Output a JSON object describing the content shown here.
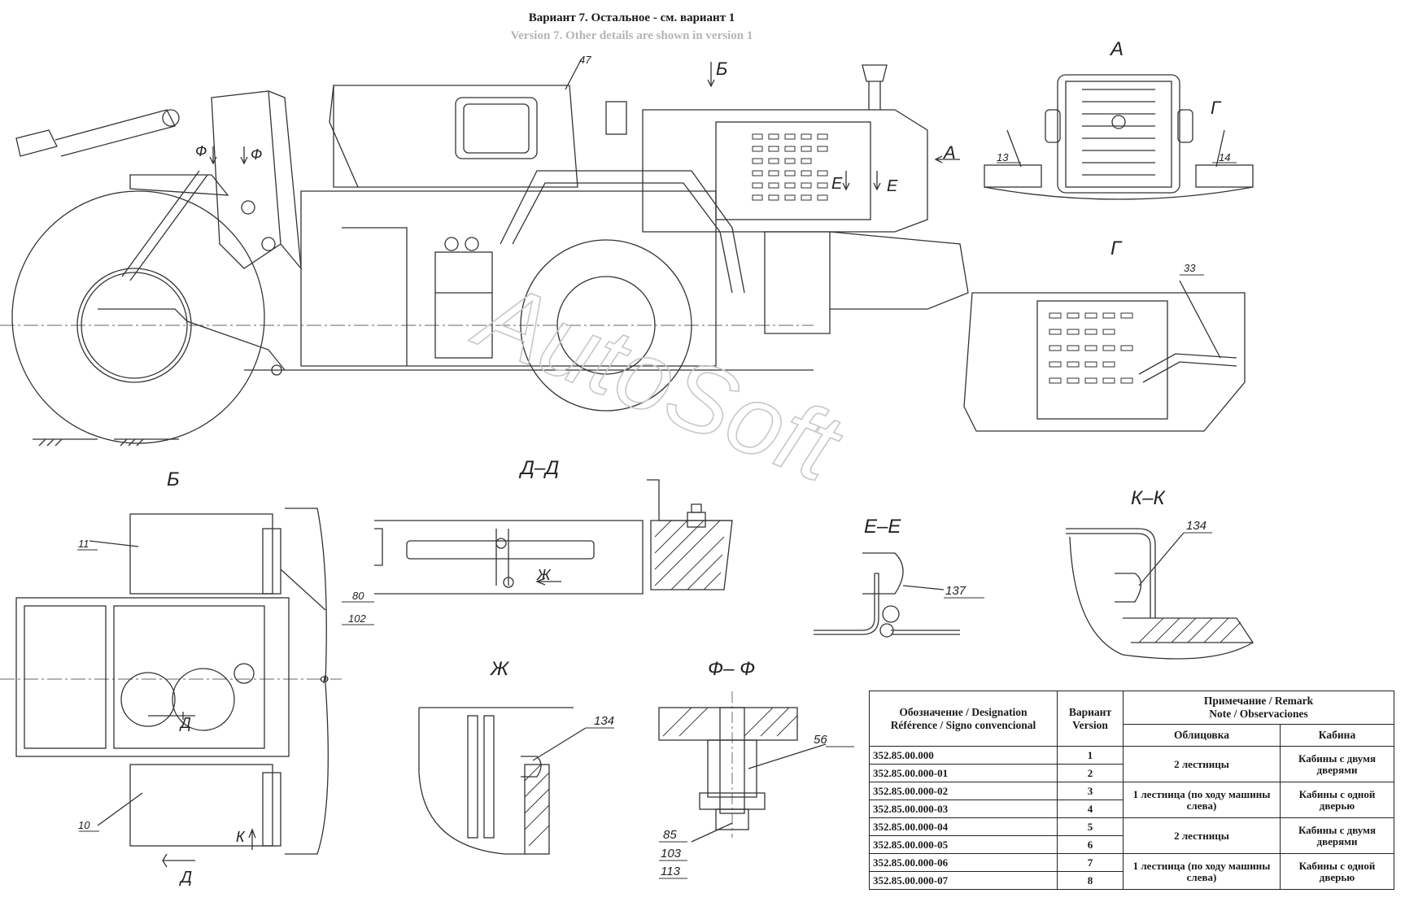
{
  "header": {
    "title_ru": "Вариант 7. Остальное - см. вариант 1",
    "title_en": "Version 7. Other details are shown in version 1"
  },
  "watermark": "AutoSoft",
  "views": {
    "a": "А",
    "b": "Б",
    "g": "Г",
    "d_d": "Д–Д",
    "e_e": "Е–Е",
    "k_k": "К–К",
    "zh": "Ж",
    "f_f": "Ф– Ф"
  },
  "markers": {
    "b_arrow": "Б",
    "a_arrow": "А",
    "g_arrow": "Г",
    "f_left": "Ф",
    "f_right": "Ф",
    "e_left": "Е",
    "e_right": "Е",
    "d_top": "Д",
    "d_bottom": "Д",
    "k": "К",
    "zh": "Ж",
    "f_plan": "Ф"
  },
  "callouts": {
    "p47": "47",
    "p13": "13",
    "p14": "14",
    "p33": "33",
    "p11": "11",
    "p10": "10",
    "p80": "80",
    "p102": "102",
    "p137": "137",
    "p134_k": "134",
    "p134_zh": "134",
    "p56": "56",
    "p85": "85",
    "p103": "103",
    "p113": "113"
  },
  "table": {
    "head_designation_1": "Обозначение / Designation",
    "head_designation_2": "Référence / Signo convencional",
    "head_version_1": "Вариант",
    "head_version_2": "Version",
    "head_remark_1": "Примечание / Remark",
    "head_remark_2": "Note / Observaciones",
    "head_cladding": "Облицовка",
    "head_cab": "Кабина",
    "rows": [
      {
        "code": "352.85.00.000",
        "version": "1"
      },
      {
        "code": "352.85.00.000-01",
        "version": "2"
      },
      {
        "code": "352.85.00.000-02",
        "version": "3"
      },
      {
        "code": "352.85.00.000-03",
        "version": "4"
      },
      {
        "code": "352.85.00.000-04",
        "version": "5"
      },
      {
        "code": "352.85.00.000-05",
        "version": "6"
      },
      {
        "code": "352.85.00.000-06",
        "version": "7"
      },
      {
        "code": "352.85.00.000-07",
        "version": "8"
      }
    ],
    "groups": [
      {
        "cladding": "2 лестницы",
        "cab": "Кабины с двумя дверями"
      },
      {
        "cladding": "1 лестница (по ходу машины слева)",
        "cab": "Кабины с одной дверью"
      },
      {
        "cladding": "2 лестницы",
        "cab": "Кабины с двумя дверями"
      },
      {
        "cladding": "1 лестница (по ходу машины слева)",
        "cab": "Кабины с одной дверью"
      }
    ]
  }
}
